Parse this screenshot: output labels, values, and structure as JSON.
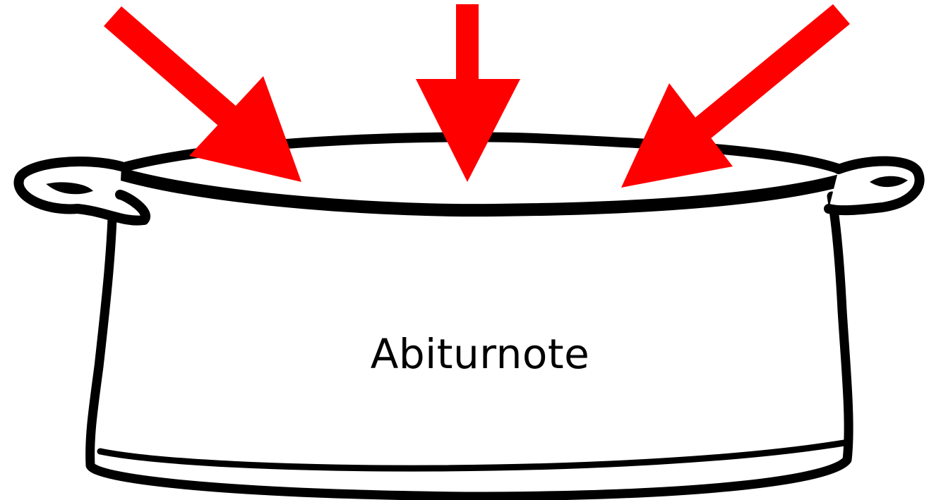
{
  "pot": {
    "label": "Abiturnote",
    "outline_color": "#000000",
    "fill_color": "#ffffff"
  },
  "arrows": {
    "color": "#ff0000",
    "items": [
      {
        "id": "arrow-left",
        "direction": "down-right"
      },
      {
        "id": "arrow-center",
        "direction": "down"
      },
      {
        "id": "arrow-right",
        "direction": "down-left"
      }
    ]
  }
}
